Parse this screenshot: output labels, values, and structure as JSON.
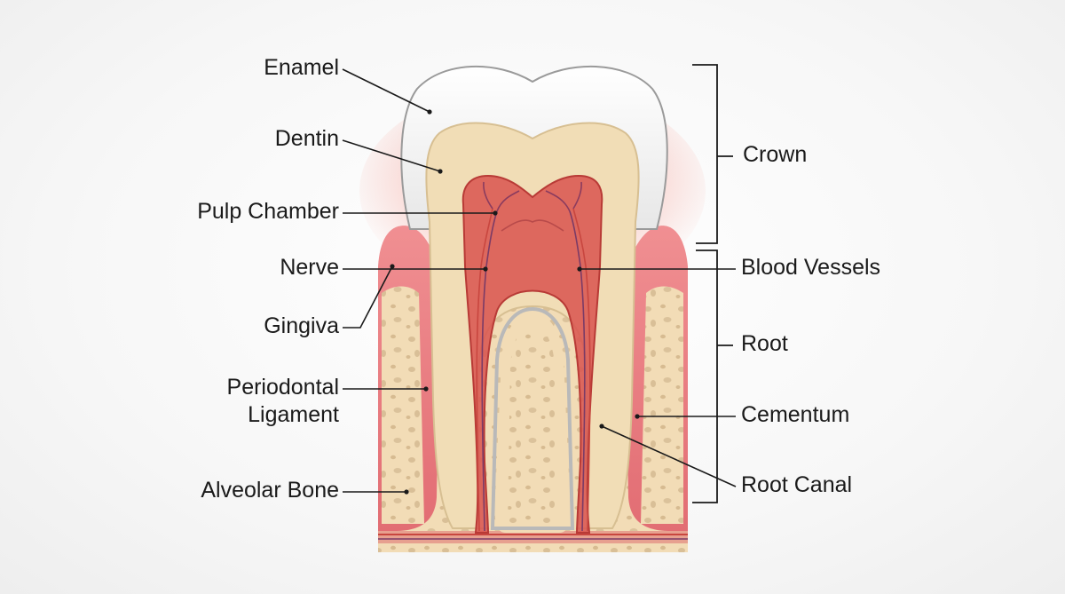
{
  "diagram": {
    "labels_left": {
      "enamel": "Enamel",
      "dentin": "Dentin",
      "pulp_chamber": "Pulp Chamber",
      "nerve": "Nerve",
      "gingiva": "Gingiva",
      "periodontal_line1": "Periodontal",
      "periodontal_line2": "Ligament",
      "alveolar_bone": "Alveolar Bone"
    },
    "labels_right": {
      "crown": "Crown",
      "blood_vessels": "Blood Vessels",
      "root": "Root",
      "cementum": "Cementum",
      "root_canal": "Root Canal"
    },
    "colors": {
      "enamel": "#f4f4f4",
      "dentin": "#f1ddb6",
      "pulp": "#d9534f",
      "gingiva": "#e8868a",
      "bone": "#f2ddb8",
      "leader": "#1a1a1a"
    }
  }
}
